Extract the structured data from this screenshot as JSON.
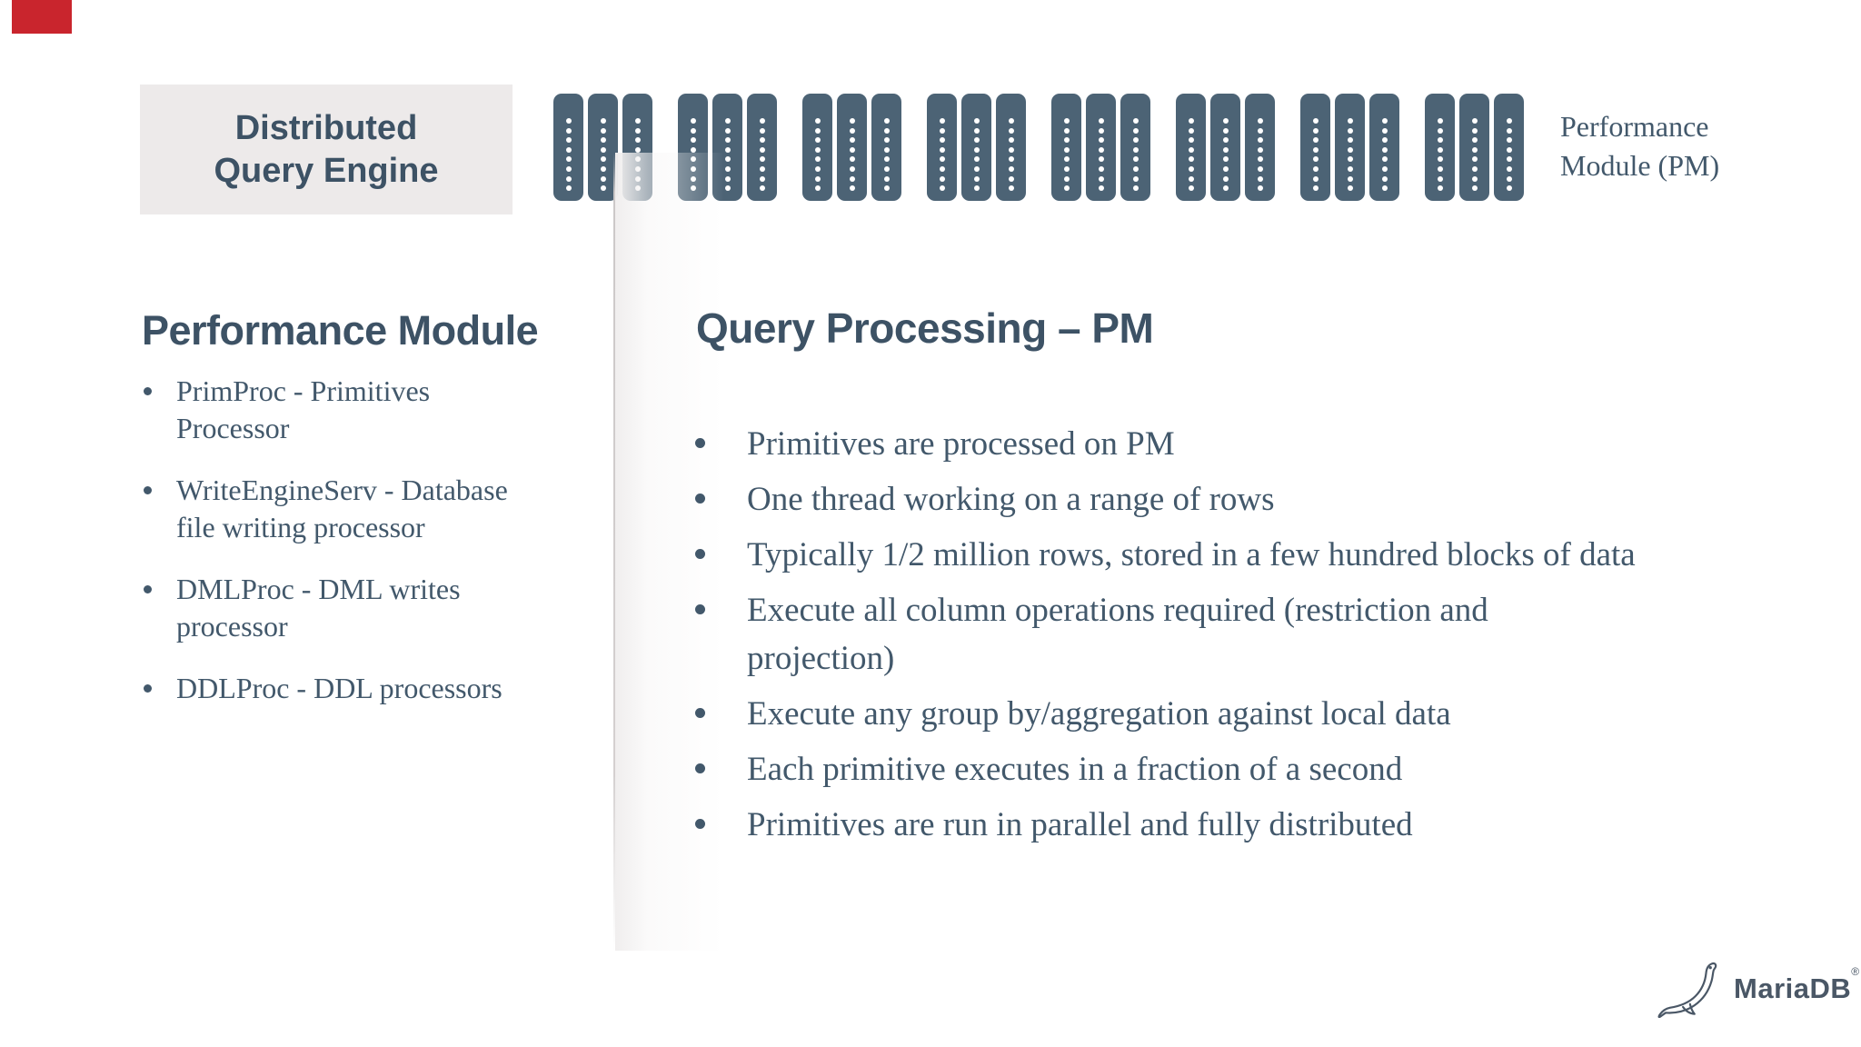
{
  "header": {
    "engine_box": {
      "line1": "Distributed",
      "line2": "Query Engine"
    },
    "server_icons": {
      "clusters": 8,
      "pills_per_cluster": 3,
      "dots_per_pill": 8
    },
    "pm_label": {
      "line1": "Performance",
      "line2": "Module (PM)"
    }
  },
  "left_panel": {
    "title": "Performance Module",
    "bullets": [
      "PrimProc - Primitives Processor",
      "WriteEngineServ - Database file writing processor",
      "DMLProc - DML writes processor",
      "DDLProc - DDL processors"
    ]
  },
  "right_panel": {
    "title": "Query Processing – PM",
    "bullets": [
      "Primitives are processed on PM",
      "One thread working on a range of rows",
      "Typically 1/2 million rows, stored in a few hundred blocks of data",
      "Execute all column operations required (restriction and projection)",
      "Execute any group by/aggregation against local data",
      "Each primitive executes in a fraction of a second",
      "Primitives are run in parallel and fully distributed"
    ]
  },
  "footer": {
    "brand": "MariaDB",
    "registered": "®"
  },
  "colors": {
    "slate": "#42586b",
    "slate_dark": "#3d5265",
    "icon_slate": "#4c6375",
    "box_bg": "#edeaea",
    "marker_red": "#c9252d",
    "page_bg": "#ffffff",
    "logo_slate": "#4a5766"
  }
}
